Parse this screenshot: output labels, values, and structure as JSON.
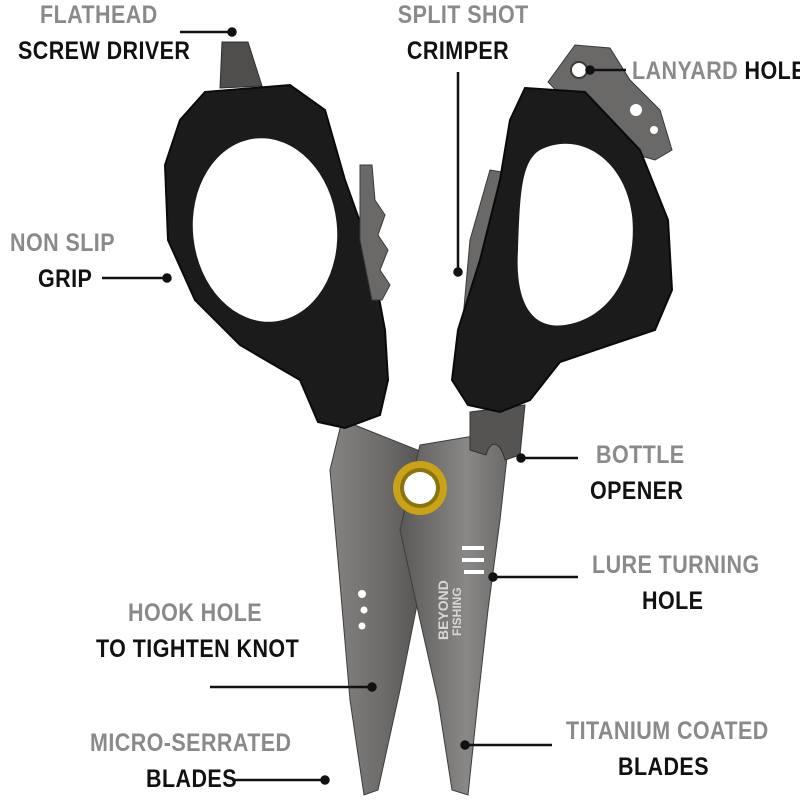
{
  "labels": {
    "flathead": {
      "l1": "FLATHEAD",
      "l2": "SCREW DRIVER"
    },
    "split_shot": {
      "l1": "SPLIT SHOT",
      "l2": "CRIMPER"
    },
    "lanyard": {
      "a": "LANYARD",
      "b": "HOLE"
    },
    "non_slip": {
      "l1": "NON SLIP",
      "l2": "GRIP"
    },
    "bottle": {
      "l1": "BOTTLE",
      "l2": "OPENER"
    },
    "lure": {
      "l1": "LURE TURNING",
      "l2": "HOLE"
    },
    "hook": {
      "l1": "HOOK HOLE",
      "l2": "TO TIGHTEN KNOT"
    },
    "micro": {
      "l1": "MICRO-SERRATED",
      "l2": "BLADES"
    },
    "titanium": {
      "l1": "TITANIUM COATED",
      "l2": "BLADES"
    }
  },
  "brand": {
    "line1": "BEYOND",
    "line2": "FISHING"
  },
  "colors": {
    "gray_text": "#8a8a8a",
    "black_text": "#111111",
    "handle": "#1b1b1b",
    "blade": "#6e6c6a",
    "pivot_ring": "#c9a21a"
  }
}
